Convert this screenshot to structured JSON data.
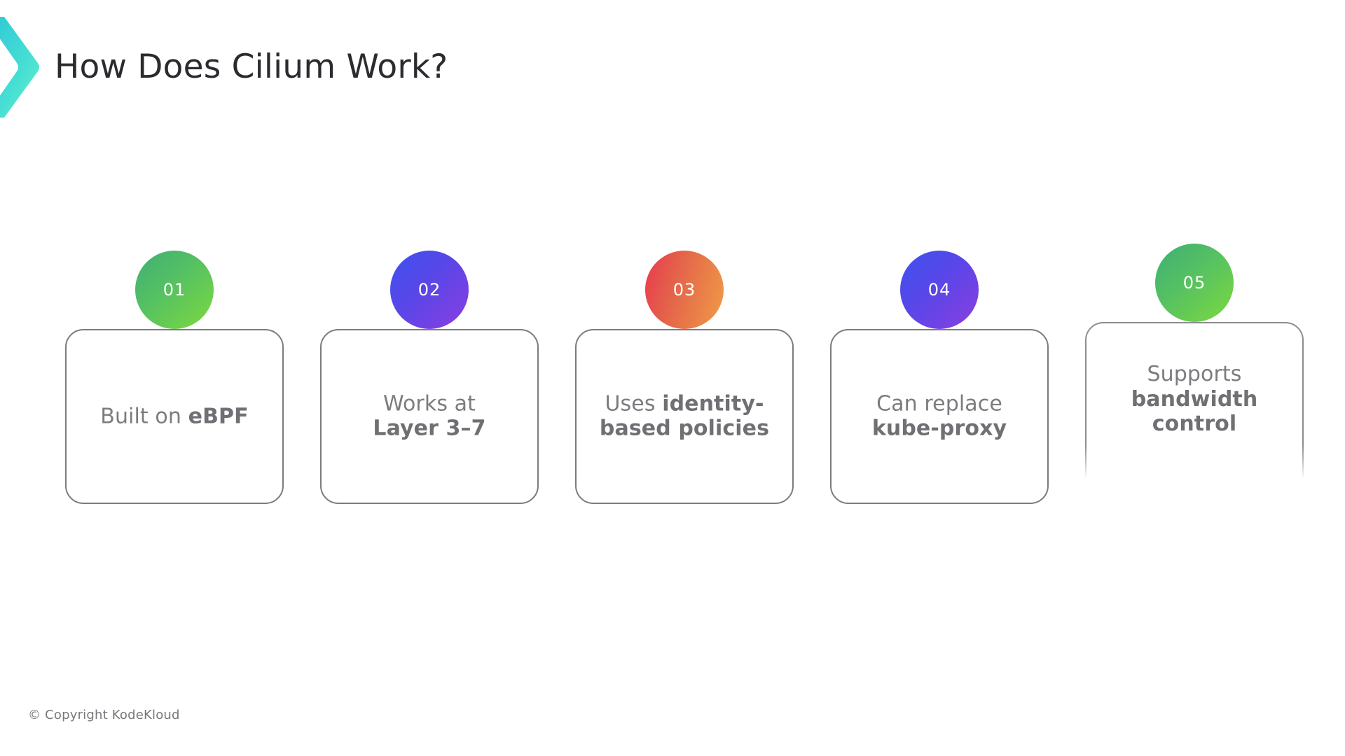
{
  "slide": {
    "title": "How Does Cilium Work?",
    "background_color": "#ffffff",
    "brand_mark": "chevron-logo",
    "brand_gradient_from": "#2ec6d6",
    "brand_gradient_to": "#5ef0d0"
  },
  "steps": [
    {
      "number": "01",
      "text_plain": "Built on eBPF",
      "text_lead": "Built on ",
      "text_emphasis": "eBPF",
      "badge_gradient": "green",
      "badge_color_from": "#3fae75",
      "badge_color_to": "#7cd93f",
      "state": "visible"
    },
    {
      "number": "02",
      "text_plain": "Works at Layer 3–7",
      "text_lead": "Works at",
      "text_emphasis": "Layer 3–7",
      "badge_gradient": "violet",
      "badge_color_from": "#3d52ef",
      "badge_color_to": "#8b3ee0",
      "state": "visible"
    },
    {
      "number": "03",
      "text_plain": "Uses identity-based policies",
      "text_lead": "Uses ",
      "text_emphasis": "identity-based policies",
      "badge_gradient": "orangered",
      "badge_color_from": "#e8394e",
      "badge_color_to": "#ef9c46",
      "state": "visible"
    },
    {
      "number": "04",
      "text_plain": "Can replace kube-proxy",
      "text_lead": "Can replace",
      "text_emphasis": "kube-proxy",
      "badge_gradient": "violet",
      "badge_color_from": "#3d52ef",
      "badge_color_to": "#8b3ee0",
      "state": "visible"
    },
    {
      "number": "05",
      "text_plain": "Supports bandwidth control",
      "text_lead": "Supports",
      "text_emphasis": "bandwidth control",
      "badge_gradient": "green",
      "badge_color_from": "#3fae75",
      "badge_color_to": "#7cd93f",
      "state": "revealing"
    }
  ],
  "footer": {
    "copyright": "© Copyright KodeKloud"
  }
}
